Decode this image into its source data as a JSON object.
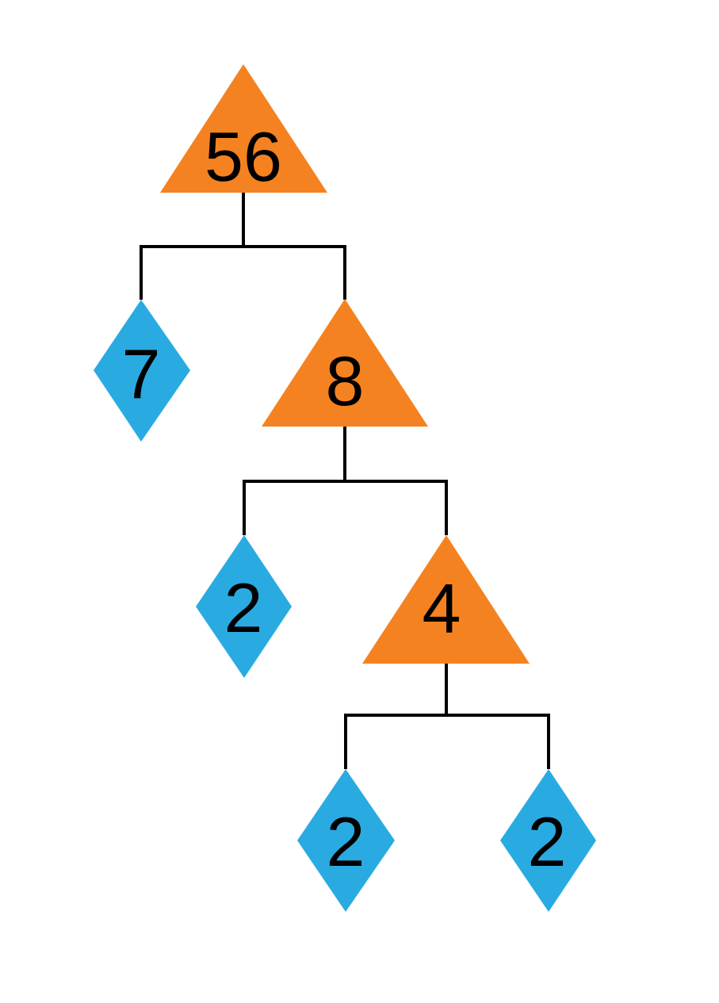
{
  "diagram": {
    "type": "factor-tree",
    "colors": {
      "composite_fill": "#F58220",
      "prime_fill": "#29ABE2",
      "connector": "#000000",
      "background": "#FFFFFF"
    },
    "nodes": {
      "n56": {
        "value": "56",
        "shape": "triangle",
        "role": "composite",
        "children": [
          "n7",
          "n8"
        ]
      },
      "n7": {
        "value": "7",
        "shape": "diamond",
        "role": "prime",
        "children": []
      },
      "n8": {
        "value": "8",
        "shape": "triangle",
        "role": "composite",
        "children": [
          "n2a",
          "n4"
        ]
      },
      "n2a": {
        "value": "2",
        "shape": "diamond",
        "role": "prime",
        "children": []
      },
      "n4": {
        "value": "4",
        "shape": "triangle",
        "role": "composite",
        "children": [
          "n2b",
          "n2c"
        ]
      },
      "n2b": {
        "value": "2",
        "shape": "diamond",
        "role": "prime",
        "children": []
      },
      "n2c": {
        "value": "2",
        "shape": "diamond",
        "role": "prime",
        "children": []
      }
    },
    "edges": [
      [
        "n56",
        "n7"
      ],
      [
        "n56",
        "n8"
      ],
      [
        "n8",
        "n2a"
      ],
      [
        "n8",
        "n4"
      ],
      [
        "n4",
        "n2b"
      ],
      [
        "n4",
        "n2c"
      ]
    ]
  }
}
